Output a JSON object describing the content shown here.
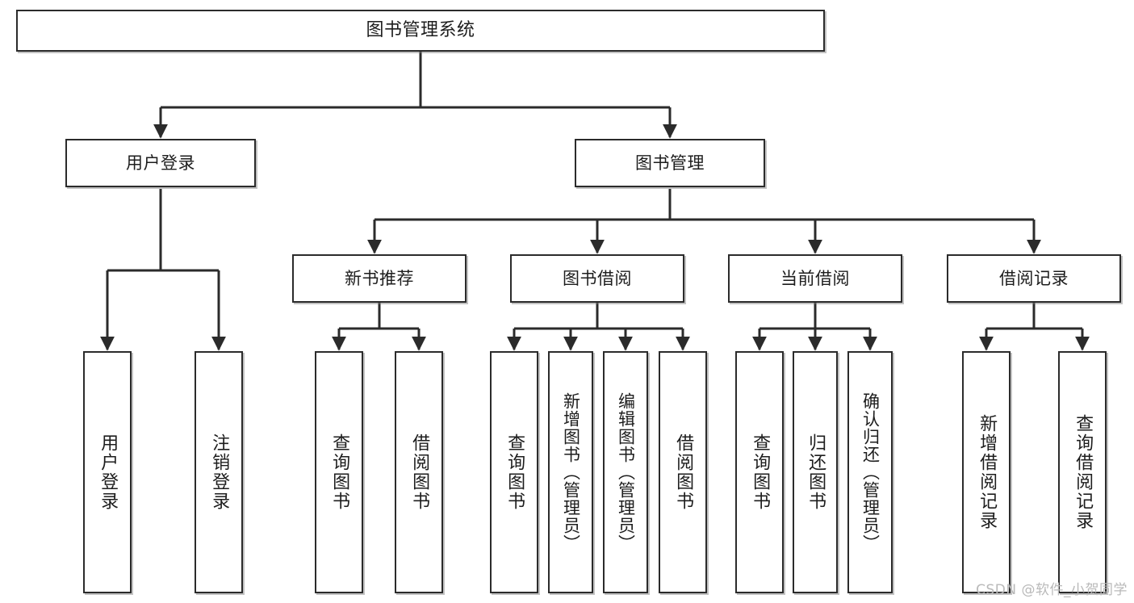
{
  "diagram": {
    "title": "图书管理系统",
    "type": "tree",
    "watermark": "CSDN @软件_小贺同学",
    "colors": {
      "stroke": "#2b2b2b",
      "fill": "#ffffff",
      "text": "#1d1d1d",
      "watermark": "#b9b9b9"
    },
    "nodes": {
      "root": {
        "label": "图书管理系统"
      },
      "level2": [
        {
          "id": "user-login",
          "label": "用户登录"
        },
        {
          "id": "book-manage",
          "label": "图书管理"
        }
      ],
      "level3": [
        {
          "id": "new-book-recommend",
          "label": "新书推荐"
        },
        {
          "id": "book-borrow",
          "label": "图书借阅"
        },
        {
          "id": "current-borrow",
          "label": "当前借阅"
        },
        {
          "id": "borrow-record",
          "label": "借阅记录"
        }
      ],
      "leaves": {
        "user-login": [
          {
            "id": "leaf-user-login",
            "label": "用户登录"
          },
          {
            "id": "leaf-user-logout",
            "label": "注销登录"
          }
        ],
        "new-book-recommend": [
          {
            "id": "leaf-query-book-1",
            "label": "查询图书"
          },
          {
            "id": "leaf-borrow-book-1",
            "label": "借阅图书"
          }
        ],
        "book-borrow": [
          {
            "id": "leaf-query-book-2",
            "label": "查询图书"
          },
          {
            "id": "leaf-add-book",
            "label": "新增图书（管理员）"
          },
          {
            "id": "leaf-edit-book",
            "label": "编辑图书（管理员）"
          },
          {
            "id": "leaf-borrow-book-2",
            "label": "借阅图书"
          }
        ],
        "current-borrow": [
          {
            "id": "leaf-query-book-3",
            "label": "查询图书"
          },
          {
            "id": "leaf-return-book",
            "label": "归还图书"
          },
          {
            "id": "leaf-confirm-return",
            "label": "确认归还（管理员）"
          }
        ],
        "borrow-record": [
          {
            "id": "leaf-add-record",
            "label": "新增借阅记录"
          },
          {
            "id": "leaf-query-record",
            "label": "查询借阅记录"
          }
        ]
      }
    }
  }
}
